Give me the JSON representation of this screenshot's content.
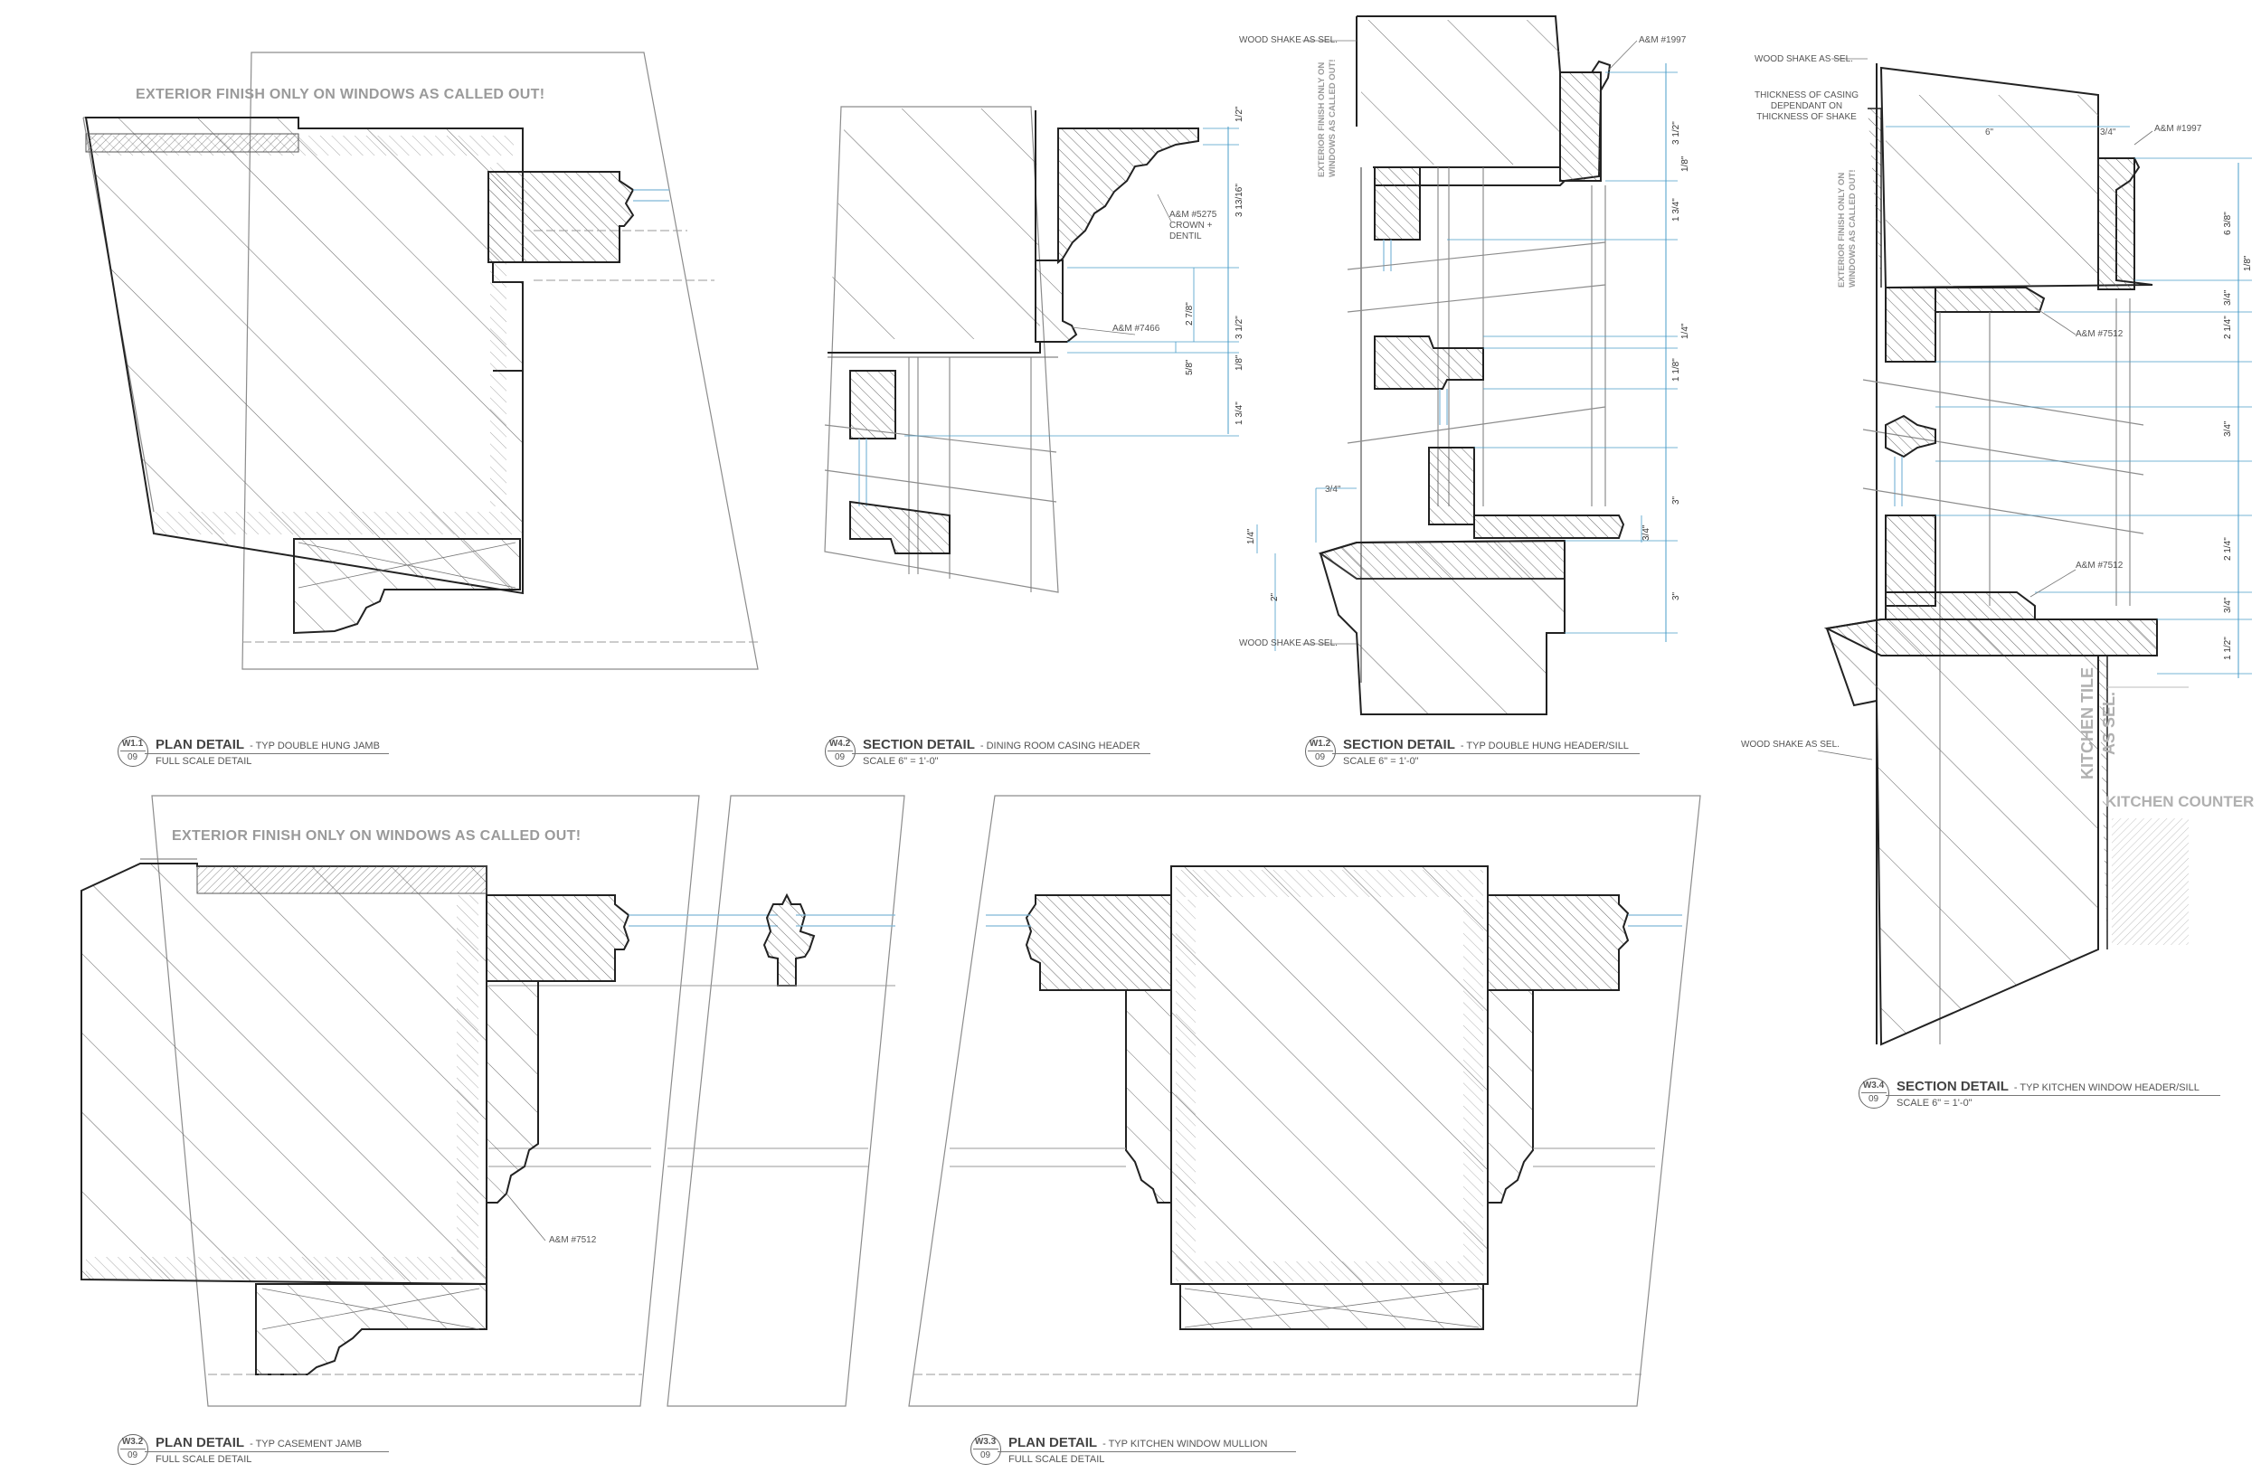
{
  "notes": {
    "exterior_finish": "EXTERIOR FINISH ONLY ON WINDOWS AS CALLED OUT!",
    "exterior_finish_stacked": "EXTERIOR FINISH ONLY ON\nWINDOWS AS CALLED OUT!",
    "wood_shake": "WOOD SHAKE AS SEL.",
    "thickness_casing": "THICKNESS OF CASING\nDEPENDANT ON\nTHICKNESS OF SHAKE",
    "kitchen_tile": "KITCHEN TILE\nAS SEL.",
    "kitchen_counter": "KITCHEN COUNTER",
    "am_5275": "A&M #5275\nCROWN +\nDENTIL",
    "am_7466": "A&M #7466",
    "am_1997": "A&M #1997",
    "am_7512": "A&M #7512"
  },
  "dimensions": {
    "w42": [
      "1/2\"",
      "3 13/16\"",
      "2 7/8\"",
      "3 1/2\"",
      "5/8\"",
      "1/8\"",
      "1 3/4\""
    ],
    "w12": [
      "3 1/2\"",
      "1/8\"",
      "1 3/4\"",
      "1/4\"",
      "1 1/8\"",
      "3\"",
      "3/4\"",
      "3\"",
      "3/4\"",
      "1/4\"",
      "2\""
    ],
    "w34": [
      "6\"",
      "3/4\"",
      "6 3/8\"",
      "1/8\"",
      "3/4\"",
      "2 1/4\"",
      "3/4\"",
      "2 1/4\"",
      "3/4\"",
      "1 1/2\""
    ]
  },
  "titles": [
    {
      "num": "W1.1",
      "sheet": "09",
      "label": "PLAN DETAIL",
      "sub": "- TYP DOUBLE HUNG JAMB",
      "scale": "FULL SCALE DETAIL"
    },
    {
      "num": "W4.2",
      "sheet": "09",
      "label": "SECTION DETAIL",
      "sub": "- DINING ROOM CASING HEADER",
      "scale": "SCALE 6\" = 1'-0\""
    },
    {
      "num": "W1.2",
      "sheet": "09",
      "label": "SECTION DETAIL",
      "sub": "- TYP DOUBLE HUNG HEADER/SILL",
      "scale": "SCALE 6\" = 1'-0\""
    },
    {
      "num": "W3.4",
      "sheet": "09",
      "label": "SECTION DETAIL",
      "sub": "- TYP KITCHEN WINDOW HEADER/SILL",
      "scale": "SCALE 6\" = 1'-0\""
    },
    {
      "num": "W3.2",
      "sheet": "09",
      "label": "PLAN DETAIL",
      "sub": "- TYP CASEMENT JAMB",
      "scale": "FULL SCALE DETAIL"
    },
    {
      "num": "W3.3",
      "sheet": "09",
      "label": "PLAN DETAIL",
      "sub": "- TYP KITCHEN WINDOW MULLION",
      "scale": "FULL SCALE DETAIL"
    }
  ],
  "colors": {
    "line": "#222222",
    "thin": "#8c8c8c",
    "hatch": "#707070",
    "glass": "#7fb8d8",
    "note": "#9a9a9a"
  }
}
